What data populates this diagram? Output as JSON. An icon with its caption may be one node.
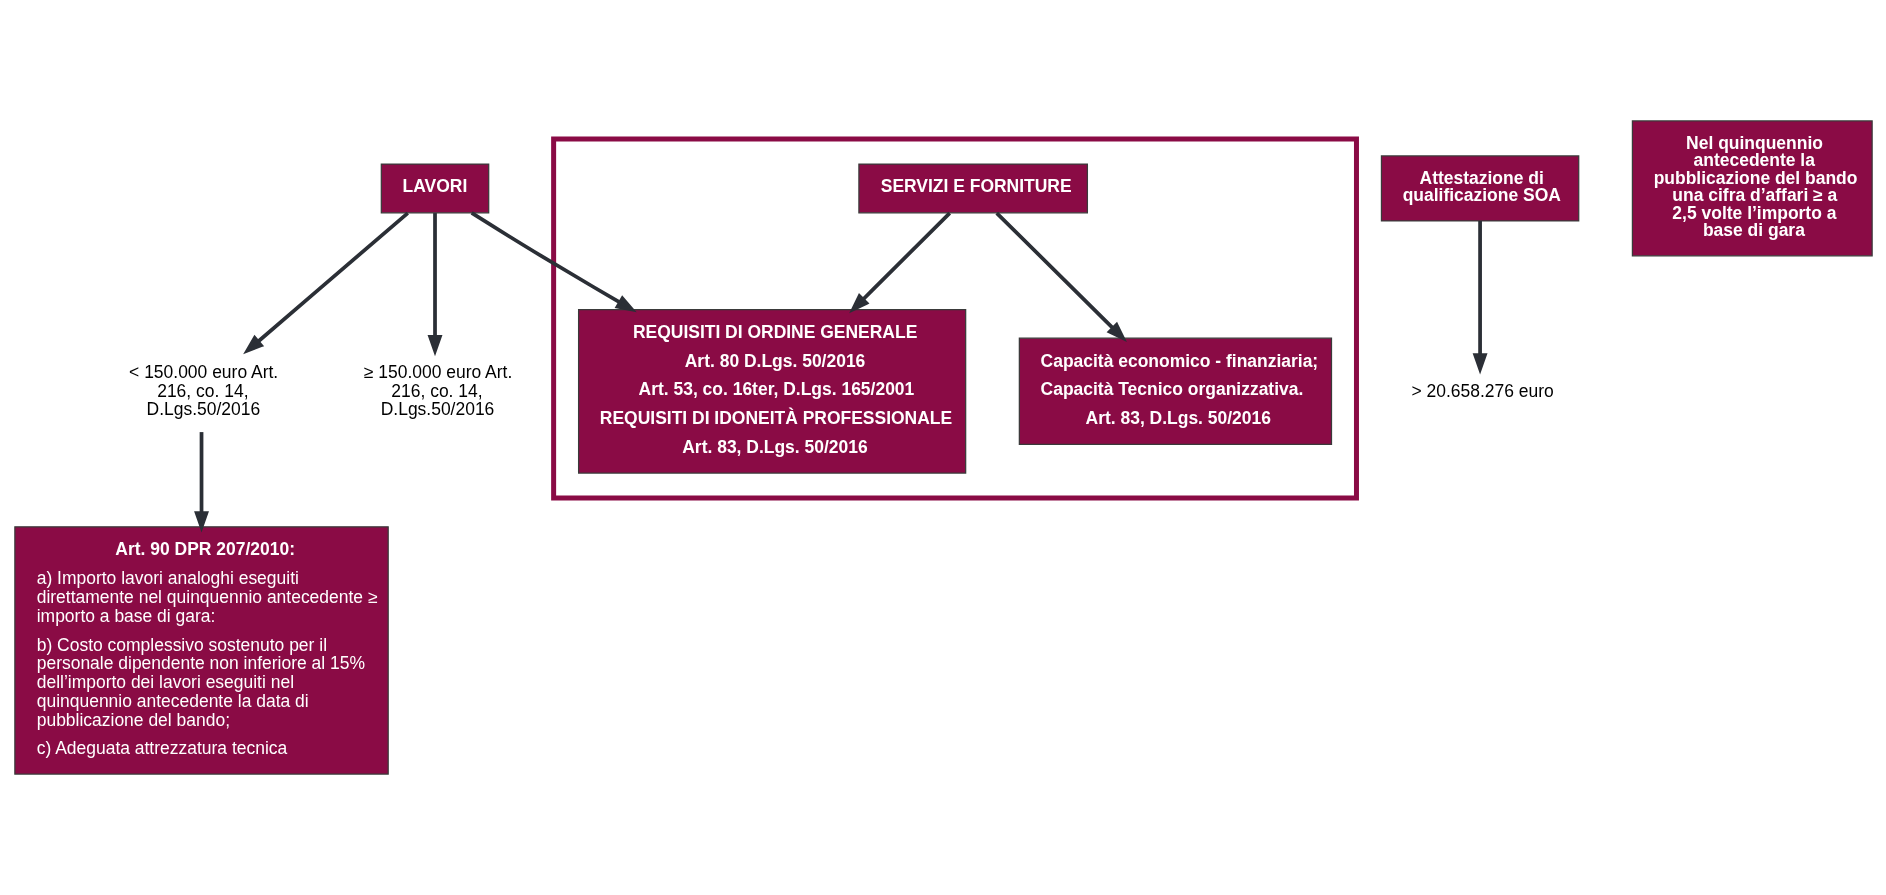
{
  "diagram": {
    "nodes": [
      {
        "text": [],
        "shape": "box"
      },
      {
        "text": [
          "LAVORI"
        ]
      },
      {
        "text": [
          "SERVIZI E FORNITURE"
        ],
        "in": 0
      },
      {
        "text": [
          "< 150.000 euro Art. 216, co. 14, D.Lgs.50/2016"
        ]
      },
      {
        "text": [
          "≥ 150.000 euro Art. 216, co. 14, D.Lgs.50/2016"
        ]
      },
      {
        "text": [
          "REQUISITI DI ORDINE GENERALE",
          "Art. 80 D.Lgs. 50/2016",
          "Art. 53, co. 16ter, D.Lgs. 165/2001",
          "REQUISITI DI IDONEITÀ PROFESSIONALE",
          "Art. 83, D.Lgs. 50/2016"
        ],
        "in": 0
      },
      {
        "text": [
          "Capacità economico - finanziaria;",
          "Capacità Tecnico organizzativa.",
          "Art. 83, D.Lgs. 50/2016"
        ],
        "in": 0
      },
      {
        "text": [
          "Art. 90 DPR 207/2010:",
          "a) Importo lavori analoghi eseguiti direttamente nel quinquennio antecedente ≥ importo a base di gara:",
          "b) Costo complessivo sostenuto per il personale dipendente non inferiore al 15% dell’importo dei lavori eseguiti nel quinquennio antecedente la data di pubblicazione del bando;",
          "c) Adeguata attrezzatura tecnica"
        ]
      },
      {
        "text": [
          "Attestazione di qualificazione SOA"
        ]
      },
      {
        "text": [
          "> 20.658.276 euro"
        ]
      },
      {
        "text": [
          "Nel quinquennio antecedente la pubblicazione del bando una cifra d’affari ≥ a 2,5 volte l’importo a base di gara"
        ]
      }
    ],
    "edges": [
      {
        "from": 1,
        "to": 3,
        "arrow": "to"
      },
      {
        "from": 1,
        "to": 4,
        "arrow": "to"
      },
      {
        "from": 1,
        "to": 5,
        "arrow": "to"
      },
      {
        "from": 2,
        "to": 5,
        "arrow": "to"
      },
      {
        "from": 2,
        "to": 6,
        "arrow": "to"
      },
      {
        "from": 3,
        "to": 7,
        "arrow": "to"
      },
      {
        "from": 8,
        "to": 9,
        "arrow": "to"
      }
    ]
  }
}
